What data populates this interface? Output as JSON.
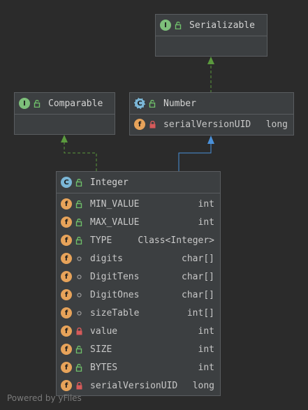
{
  "nodes": {
    "serializable": {
      "kind": "interface",
      "badge": "I",
      "title": "Serializable"
    },
    "comparable": {
      "kind": "interface",
      "badge": "I",
      "title": "Comparable"
    },
    "number": {
      "kind": "abstract-class",
      "badge": "C",
      "title": "Number",
      "fields": [
        {
          "name": "serialVersionUID",
          "type": "long",
          "visibility": "private"
        }
      ]
    },
    "integer": {
      "kind": "class",
      "badge": "C",
      "title": "Integer",
      "fields": [
        {
          "name": "MIN_VALUE",
          "type": "int",
          "visibility": "public"
        },
        {
          "name": "MAX_VALUE",
          "type": "int",
          "visibility": "public"
        },
        {
          "name": "TYPE",
          "type": "Class<Integer>",
          "visibility": "public"
        },
        {
          "name": "digits",
          "type": "char[]",
          "visibility": "package"
        },
        {
          "name": "DigitTens",
          "type": "char[]",
          "visibility": "package"
        },
        {
          "name": "DigitOnes",
          "type": "char[]",
          "visibility": "package"
        },
        {
          "name": "sizeTable",
          "type": "int[]",
          "visibility": "package"
        },
        {
          "name": "value",
          "type": "int",
          "visibility": "private"
        },
        {
          "name": "SIZE",
          "type": "int",
          "visibility": "public"
        },
        {
          "name": "BYTES",
          "type": "int",
          "visibility": "public"
        },
        {
          "name": "serialVersionUID",
          "type": "long",
          "visibility": "private"
        }
      ]
    }
  },
  "field_badge": "f",
  "footer": "Powered by yFiles",
  "colors": {
    "interface_badge": "#7dbf7a",
    "class_badge": "#7bb6d6",
    "field_badge": "#e7a35a",
    "public_lock": "#6fbf6a",
    "private_lock": "#d65a5a",
    "implements_edge": "#5b9a3e",
    "extends_edge": "#4a90d9"
  }
}
